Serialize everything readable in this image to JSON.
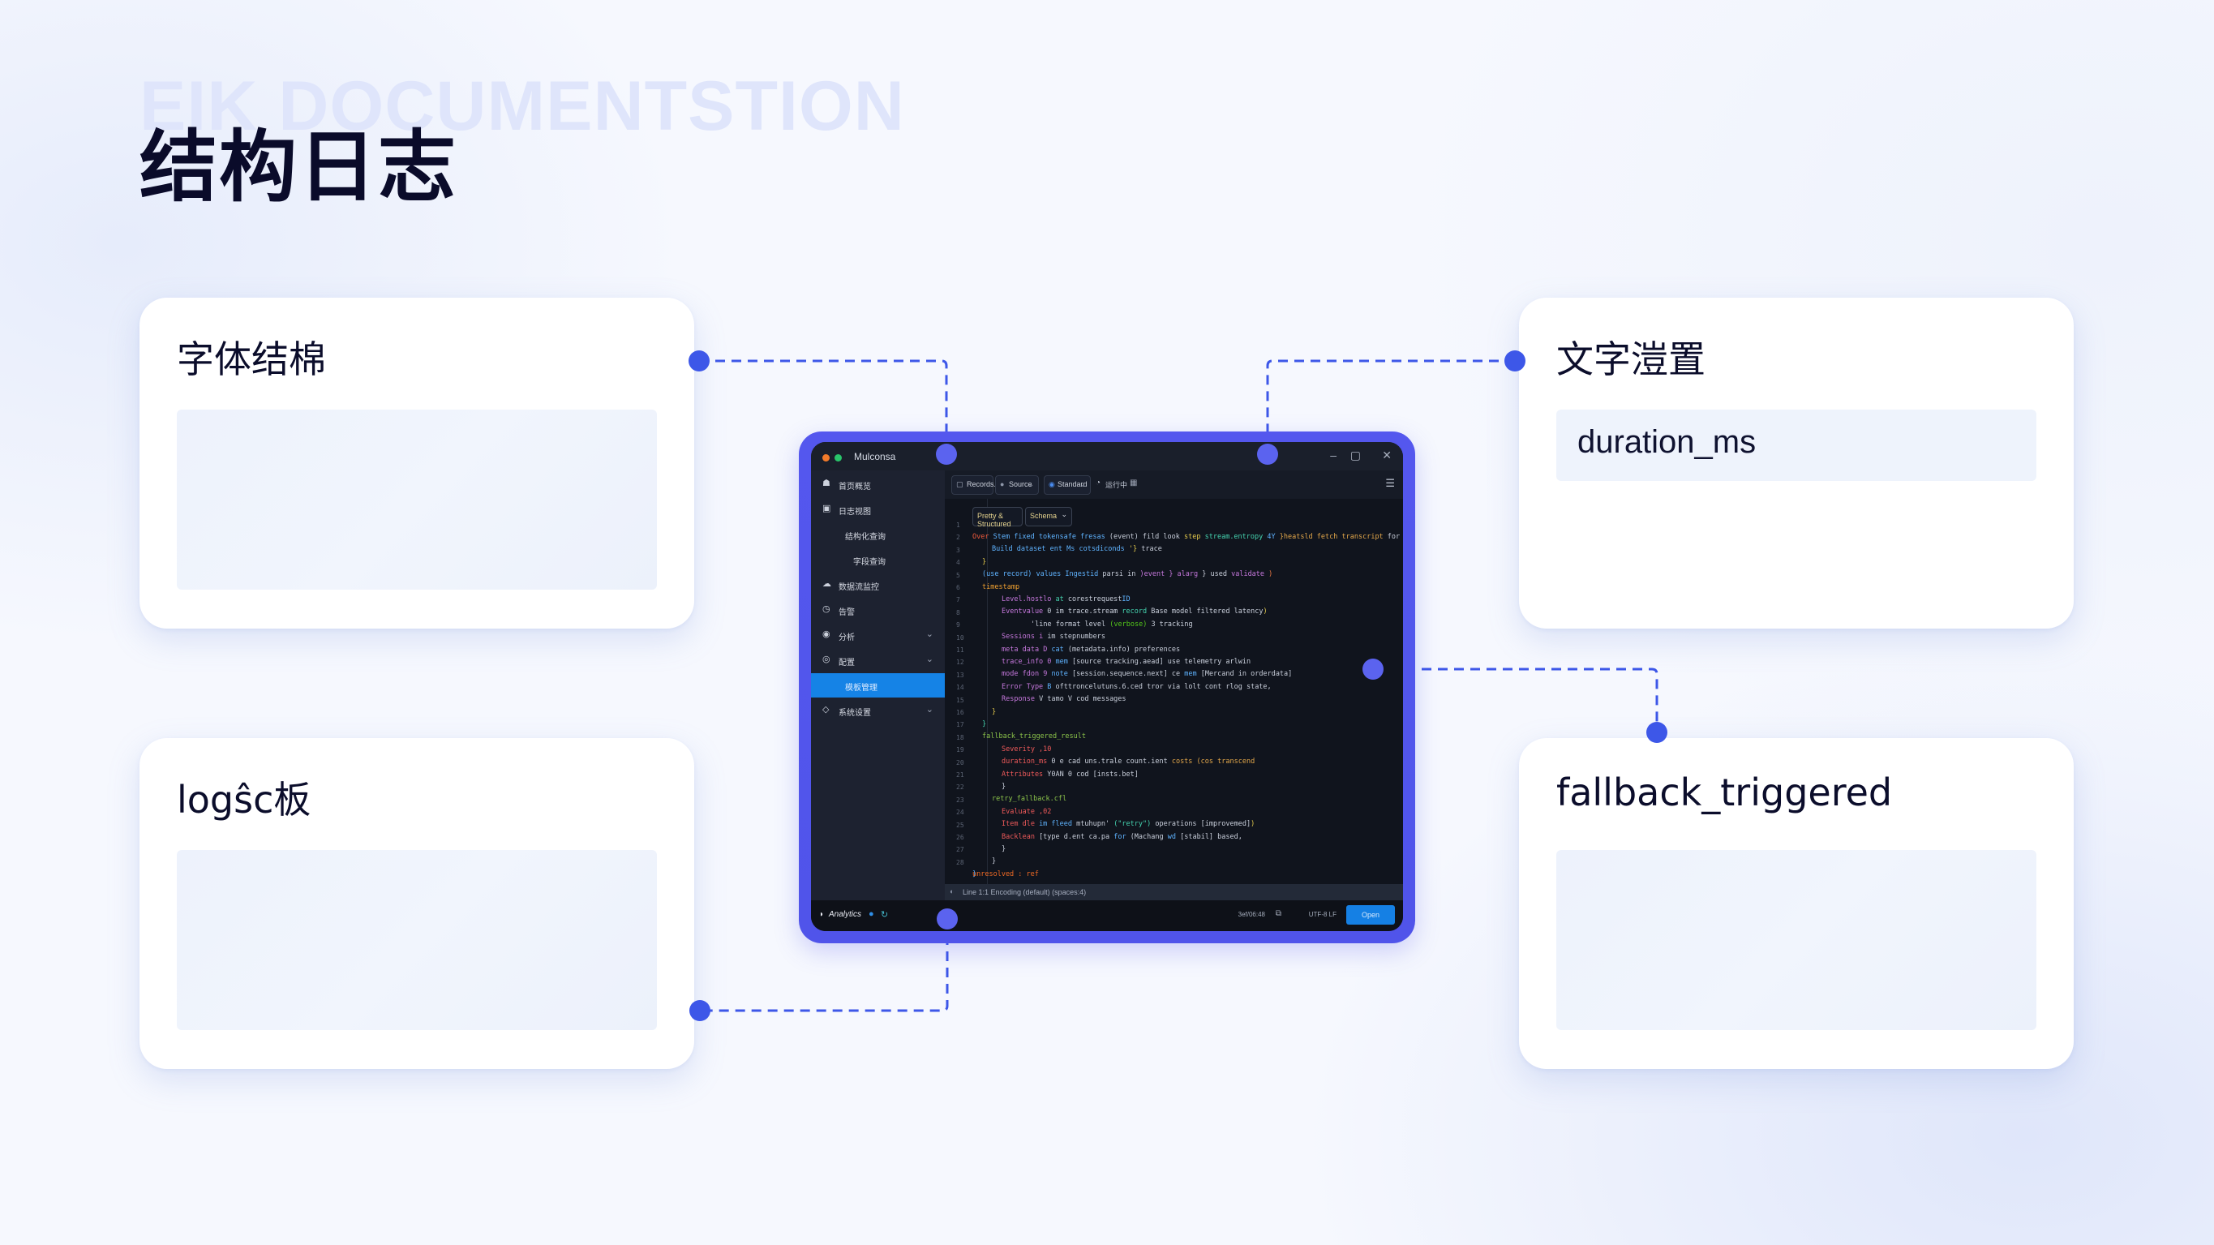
{
  "header": {
    "watermark": "EIK DOCUMENTSTION",
    "title": "结构日志"
  },
  "cards": [
    {
      "title": "字体结棉",
      "field": ""
    },
    {
      "title": "文字溰置",
      "field": "duration_ms"
    },
    {
      "title": "logŝc板",
      "field": ""
    },
    {
      "title": "fallback_triggered",
      "field": ""
    }
  ],
  "colors": {
    "accent": "#3d57e8",
    "frame": "#5054ea",
    "editor_bg": "#10141d",
    "active_item": "#1583e6"
  },
  "window": {
    "app_name": "Mulconsa",
    "controls": {
      "minimize": "–",
      "maximize": "▢",
      "close": "✕"
    },
    "sidebar": [
      {
        "icon": "home-icon",
        "glyph": "☗",
        "label": "首页概览",
        "indent": 0,
        "chevron": false
      },
      {
        "icon": "monitor-icon",
        "glyph": "▣",
        "label": "日志视图",
        "indent": 0,
        "chevron": false
      },
      {
        "icon": "",
        "glyph": "",
        "label": "结构化查询",
        "indent": 1,
        "chevron": false
      },
      {
        "icon": "",
        "glyph": "",
        "label": "字段查询",
        "indent": 2,
        "chevron": false
      },
      {
        "icon": "cloud-icon",
        "glyph": "☁",
        "label": "数据流监控",
        "indent": 0,
        "chevron": false
      },
      {
        "icon": "clock-icon",
        "glyph": "◷",
        "label": "告警",
        "indent": 0,
        "chevron": false
      },
      {
        "icon": "globe-icon",
        "glyph": "◉",
        "label": "分析",
        "indent": 0,
        "chevron": true
      },
      {
        "icon": "settings-icon",
        "glyph": "◎",
        "label": "配置",
        "indent": 0,
        "chevron": true
      },
      {
        "icon": "",
        "glyph": "",
        "label": "模板管理",
        "indent": 1,
        "chevron": false,
        "active": true
      },
      {
        "icon": "drop-icon",
        "glyph": "◇",
        "label": "系统设置",
        "indent": 0,
        "chevron": true
      }
    ],
    "toolbar": {
      "file_button": "Records.json",
      "dropdown_1": "Source",
      "dropdown_2": "Standard",
      "status_text": "运行中"
    },
    "editor_controls": {
      "format_button": "Pretty & Structured",
      "mode_dropdown": "Schema"
    },
    "line_numbers": [
      "1",
      "2",
      "3",
      "4",
      "5",
      "6",
      "7",
      "8",
      "9",
      "10",
      "11",
      "12",
      "13",
      "14",
      "15",
      "16",
      "17",
      "18",
      "19",
      "20",
      "21",
      "22",
      "23",
      "24",
      "25",
      "26",
      "27",
      "28"
    ],
    "code": [
      {
        "indent": 0,
        "segments": [
          [
            "Over",
            "#ef5a3c"
          ],
          [
            " Stem fixed tokensafe fresas ",
            "#5fb3ff"
          ],
          [
            "(event) fild look ",
            "#c9cfdb"
          ],
          [
            "step ",
            "#e3c94c"
          ],
          [
            "stream.entropy ",
            "#45d4b0"
          ],
          [
            "4Y ",
            "#5fb3ff"
          ],
          [
            "}heatsld ",
            "#e3a74a"
          ],
          [
            "fetch transcript ",
            "#e3a74a"
          ],
          [
            "for json",
            "#c9cfdb"
          ]
        ]
      },
      {
        "indent": 2,
        "segments": [
          [
            "Build dataset ent Ms cotsdiconds ",
            "#5fb3ff"
          ],
          [
            "'}  ",
            "#e3c94c"
          ],
          [
            "trace",
            "#c9cfdb"
          ]
        ]
      },
      {
        "indent": 1,
        "segments": [
          [
            "}",
            "#e3c94c"
          ]
        ]
      },
      {
        "indent": 1,
        "segments": [
          [
            "(use record) values ",
            "#5fb3ff"
          ],
          [
            "Ingestid ",
            "#5fb3ff"
          ],
          [
            "parsi in ",
            "#c9cfdb"
          ],
          [
            ")event ",
            "#c678dd"
          ],
          [
            "} alarg ",
            "#c678dd"
          ],
          [
            "} used ",
            "#c9cfdb"
          ],
          [
            "validate",
            "#c678dd"
          ],
          [
            " )",
            "#ef7b45"
          ]
        ]
      },
      {
        "indent": 1,
        "segments": [
          [
            "timestamp",
            "#f0a030"
          ]
        ]
      },
      {
        "indent": 3,
        "segments": [
          [
            "Level.hostlo ",
            "#c678dd"
          ],
          [
            "at ",
            "#45d4b0"
          ],
          [
            "corestrequest",
            "#c9cfdb"
          ],
          [
            "ID",
            "#5fb3ff"
          ]
        ]
      },
      {
        "indent": 3,
        "segments": [
          [
            "Eventvalue ",
            "#c678dd"
          ],
          [
            "0 im ",
            "#c9cfdb"
          ],
          [
            "trace.stream ",
            "#c9cfdb"
          ],
          [
            "record ",
            "#45d4b0"
          ],
          [
            "Base model ",
            "#c9cfdb"
          ],
          [
            "filtered ",
            "#c9cfdb"
          ],
          [
            "latency",
            "#c9cfdb"
          ],
          [
            ")",
            "#e3c94c"
          ]
        ]
      },
      {
        "indent": 6,
        "segments": [
          [
            "'line ",
            "#c9cfdb"
          ],
          [
            "format level ",
            "#c9cfdb"
          ],
          [
            "(verbose) ",
            "#52c41a"
          ],
          [
            "3 tracking",
            "#c9cfdb"
          ]
        ]
      },
      {
        "indent": 3,
        "segments": [
          [
            "Sessions ",
            "#c678dd"
          ],
          [
            "i ",
            "#c678dd"
          ],
          [
            "im stepnumbers",
            "#c9cfdb"
          ]
        ]
      },
      {
        "indent": 3,
        "segments": [
          [
            "meta data ",
            "#c678dd"
          ],
          [
            "D ",
            "#c678dd"
          ],
          [
            "cat ",
            "#5fb3ff"
          ],
          [
            "(metadata.info) ",
            "#c9cfdb"
          ],
          [
            "preferences",
            "#c9cfdb"
          ]
        ]
      },
      {
        "indent": 3,
        "segments": [
          [
            "trace_info ",
            "#c678dd"
          ],
          [
            "0 ",
            "#c678dd"
          ],
          [
            "mem ",
            "#5fb3ff"
          ],
          [
            "[source tracking.aead] ",
            "#c9cfdb"
          ],
          [
            "use ",
            "#c9cfdb"
          ],
          [
            "telemetry arlwin",
            "#c9cfdb"
          ]
        ]
      },
      {
        "indent": 3,
        "segments": [
          [
            "mode fdon ",
            "#c678dd"
          ],
          [
            "9 ",
            "#c678dd"
          ],
          [
            "note ",
            "#5fb3ff"
          ],
          [
            "[session.sequence.next] ",
            "#c9cfdb"
          ],
          [
            "ce ",
            "#c9cfdb"
          ],
          [
            "mem ",
            "#5fb3ff"
          ],
          [
            "[Mercand in orderdata]",
            "#c9cfdb"
          ]
        ]
      },
      {
        "indent": 3,
        "segments": [
          [
            "Error Type ",
            "#c678dd"
          ],
          [
            "B ",
            "#5fb3ff"
          ],
          [
            "ofttroncelutuns.6.ced ",
            "#c9cfdb"
          ],
          [
            "tror via lolt cont rlog state,",
            "#c9cfdb"
          ]
        ]
      },
      {
        "indent": 3,
        "segments": [
          [
            "Response ",
            "#c678dd"
          ],
          [
            "V tamo V cod ",
            "#c9cfdb"
          ],
          [
            "messages",
            "#c9cfdb"
          ]
        ]
      },
      {
        "indent": 2,
        "segments": [
          [
            "}",
            "#e3c94c"
          ]
        ]
      },
      {
        "indent": 1,
        "segments": [
          [
            "}",
            "#45d4b0"
          ]
        ]
      },
      {
        "indent": 1,
        "segments": [
          [
            "fallback_triggered_result",
            "#8bc34a"
          ]
        ]
      },
      {
        "indent": 3,
        "segments": [
          [
            "Severity ,10",
            "#ef5a5a"
          ]
        ]
      },
      {
        "indent": 3,
        "segments": [
          [
            "duration_ms ",
            "#ef5a5a"
          ],
          [
            "0 e cad uns.trale count.ient ",
            "#c9cfdb"
          ],
          [
            "costs (cos ",
            "#e3a74a"
          ],
          [
            "transcend",
            "#e3a74a"
          ]
        ]
      },
      {
        "indent": 3,
        "segments": [
          [
            "Attributes ",
            "#ef5a5a"
          ],
          [
            "Y0AN 0 cod ",
            "#c9cfdb"
          ],
          [
            "[insts.bet]",
            "#c9cfdb"
          ]
        ]
      },
      {
        "indent": 3,
        "segments": [
          [
            "}",
            "#c9cfdb"
          ]
        ]
      },
      {
        "indent": 2,
        "segments": [
          [
            "retry_fallback.cfl",
            "#8bc34a"
          ]
        ]
      },
      {
        "indent": 3,
        "segments": [
          [
            "Evaluate ,02",
            "#ef5a5a"
          ]
        ]
      },
      {
        "indent": 3,
        "segments": [
          [
            "Item dle ",
            "#ef5a5a"
          ],
          [
            "im fleed ",
            "#5fb3ff"
          ],
          [
            "mtuhupn' ",
            "#c9cfdb"
          ],
          [
            "(\"retry\") ",
            "#45d4b0"
          ],
          [
            "operations ",
            "#c9cfdb"
          ],
          [
            "[improvemed]",
            "#c9cfdb"
          ],
          [
            ")",
            "#e3c94c"
          ]
        ]
      },
      {
        "indent": 3,
        "segments": [
          [
            "Backlean ",
            "#ef5a5a"
          ],
          [
            "[type d.ent ",
            "#c9cfdb"
          ],
          [
            "ca.pa ",
            "#c9cfdb"
          ],
          [
            "for ",
            "#5fb3ff"
          ],
          [
            "(Machang ",
            "#c9cfdb"
          ],
          [
            "wd ",
            "#5fb3ff"
          ],
          [
            "[stabil] based,",
            "#c9cfdb"
          ]
        ]
      },
      {
        "indent": 3,
        "segments": [
          [
            "}",
            "#c9cfdb"
          ]
        ]
      },
      {
        "indent": 2,
        "segments": [
          [
            "}",
            "#c9cfdb"
          ]
        ]
      },
      {
        "indent": 0,
        "segments": [
          [
            "}",
            "#5fb3ff"
          ]
        ]
      }
    ],
    "error_line": "unresolved : ref",
    "status_bar": "Line 1:1 Encoding (default) (spaces:4)",
    "bottom_bar": {
      "brand": "Analytics",
      "info_left": "3ef/06:48",
      "info_right": "UTF-8 LF",
      "primary_button": "Open"
    }
  }
}
